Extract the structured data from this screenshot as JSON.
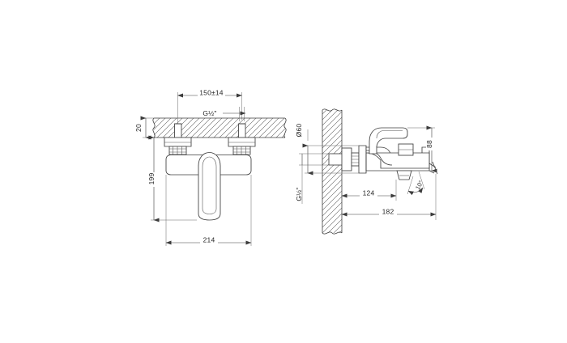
{
  "drawing": {
    "title": "Wall-mounted bath/shower mixer technical drawing",
    "background_color": "#ffffff",
    "line_color": "#3c3c3c",
    "text_color": "#262626",
    "views": {
      "front": {
        "name": "front-elevation-view",
        "dimensions": {
          "center_spacing": "150±14",
          "thread": "G½\"",
          "wall_thickness": "20",
          "height": "199",
          "width": "214"
        }
      },
      "side": {
        "name": "side-section-view",
        "dimensions": {
          "flange_diameter": "Ø60",
          "thread": "G½\"",
          "handle_height": "88",
          "body_projection": "124",
          "total_projection": "182",
          "spout_angle": "10°"
        }
      }
    },
    "labels": [
      {
        "id": "d150",
        "text": "150±14"
      },
      {
        "id": "g_half_front",
        "text": "G½\""
      },
      {
        "id": "d20",
        "text": "20"
      },
      {
        "id": "d199",
        "text": "199"
      },
      {
        "id": "d214",
        "text": "214"
      },
      {
        "id": "d60",
        "text": "Ø60"
      },
      {
        "id": "g_half_side",
        "text": "G½\""
      },
      {
        "id": "d88",
        "text": "88"
      },
      {
        "id": "d124",
        "text": "124"
      },
      {
        "id": "d182",
        "text": "182"
      },
      {
        "id": "a10",
        "text": "10°"
      }
    ]
  }
}
